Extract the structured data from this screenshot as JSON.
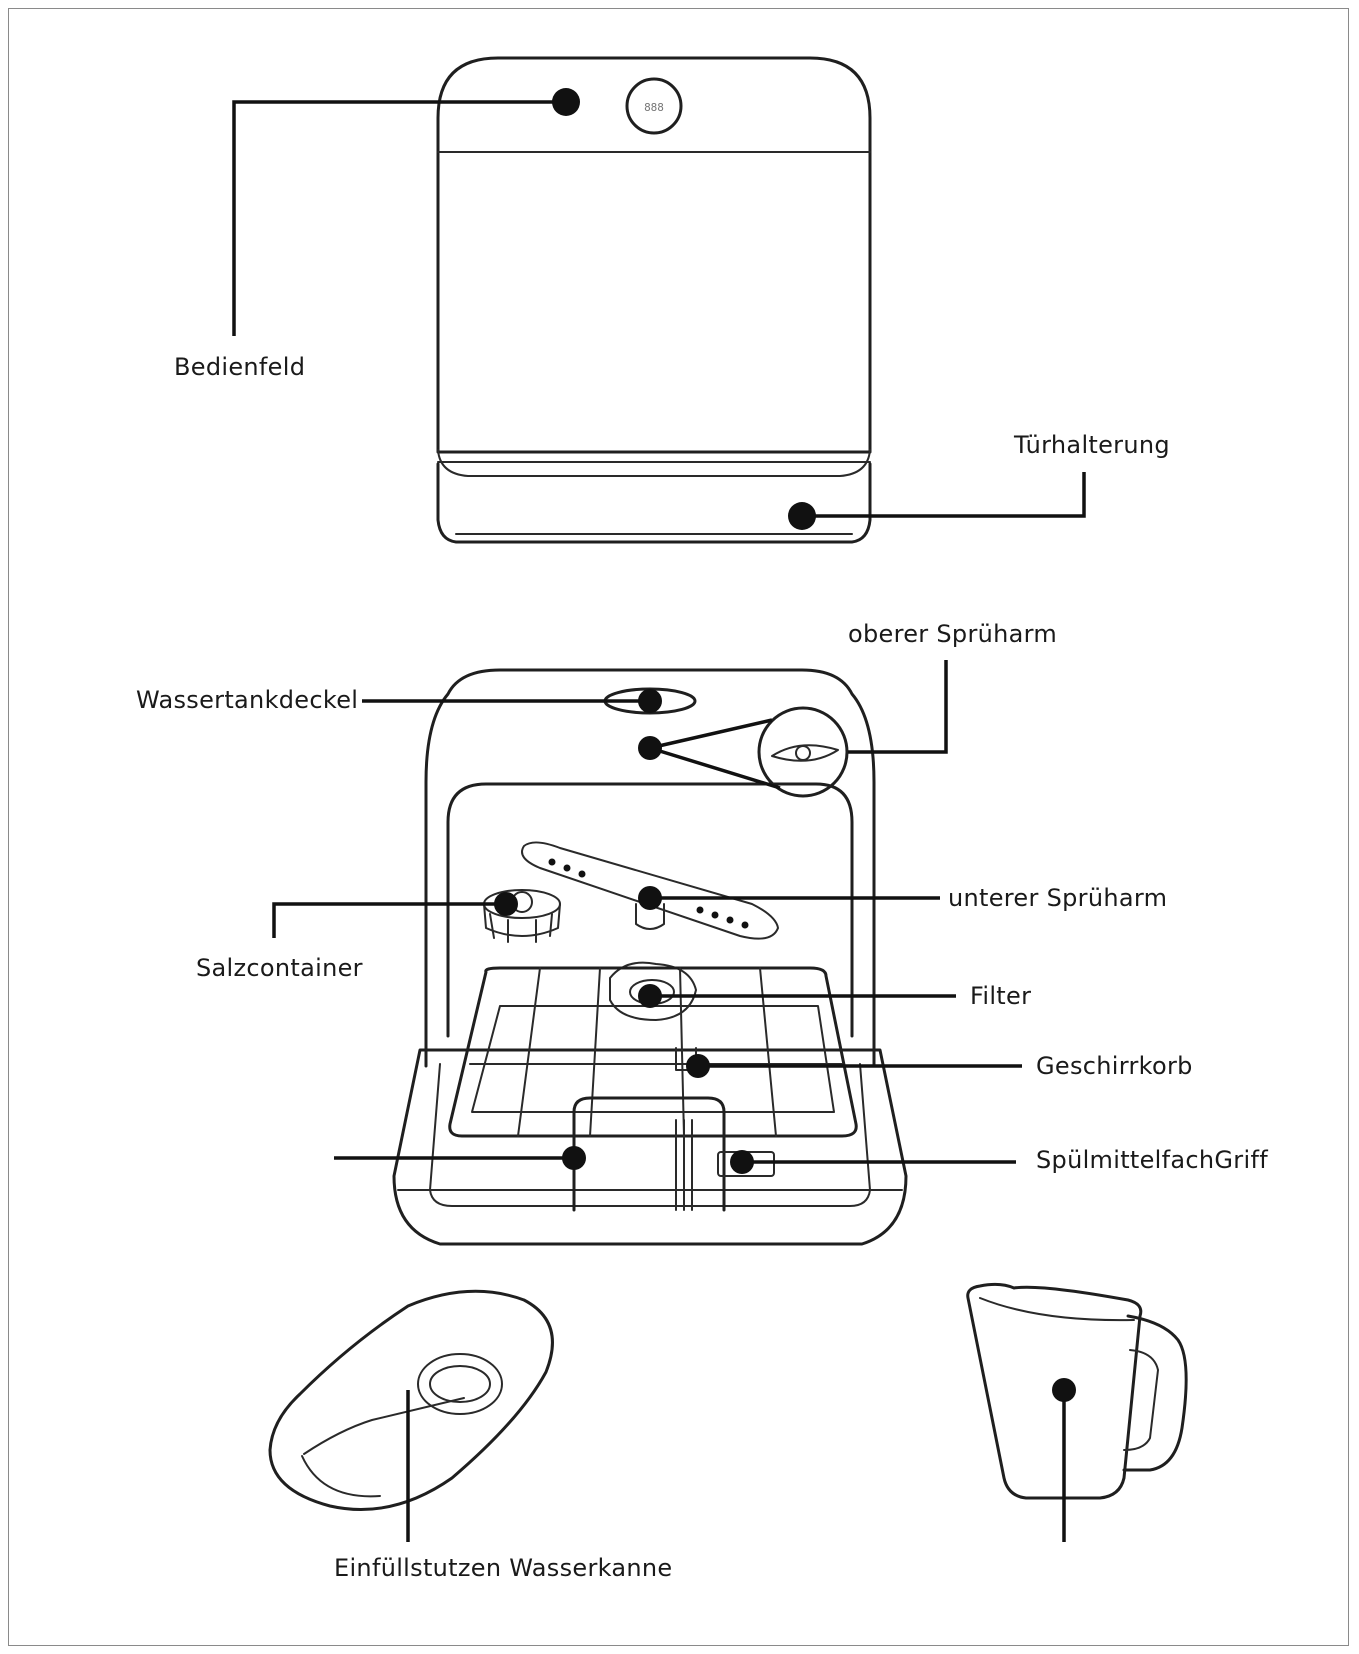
{
  "labels": {
    "control_panel": "Bedienfeld",
    "door_holder": "Türhalterung",
    "upper_spray_arm": "oberer Sprüharm",
    "water_tank_lid": "Wassertankdeckel",
    "lower_spray_arm": "unterer Sprüharm",
    "salt_container": "Salzcontainer",
    "filter": "Filter",
    "dish_rack": "Geschirrkorb",
    "detergent_handle": "SpülmittelfachGriff",
    "filler_jug": "Einfüllstutzen Wasserkanne"
  },
  "display_readout": "888",
  "colors": {
    "line": "#1f1f1f",
    "background": "#ffffff",
    "frame": "#8a8a8a"
  }
}
